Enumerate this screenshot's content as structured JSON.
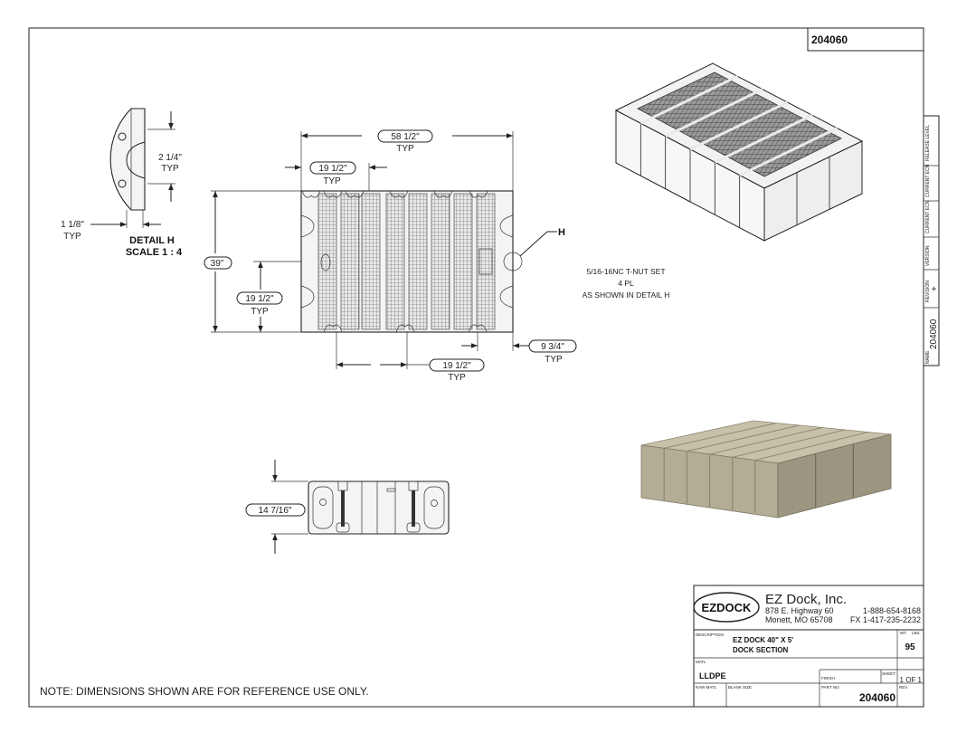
{
  "drawing_number": "204060",
  "note": "NOTE: DIMENSIONS SHOWN ARE FOR REFERENCE USE ONLY.",
  "detail": {
    "title": "DETAIL H",
    "scale": "SCALE 1 : 4",
    "dim_height": "2 1/4\"",
    "dim_height_sub": "TYP",
    "dim_width": "1 1/8\"",
    "dim_width_sub": "TYP"
  },
  "top_view": {
    "overall_width": "58 1/2\"",
    "overall_width_sub": "TYP",
    "top_spacing": "19 1/2\"",
    "top_spacing_sub": "TYP",
    "height": "39\"",
    "left_spacing": "19 1/2\"",
    "left_spacing_sub": "TYP",
    "bottom_spacing": "19 1/2\"",
    "bottom_spacing_sub": "TYP",
    "bottom_offset": "9 3/4\"",
    "bottom_offset_sub": "TYP",
    "detail_callout": "H"
  },
  "tnut_note": {
    "line1": "5/16-16NC T-NUT SET",
    "line2": "4 PL",
    "line3": "AS SHOWN IN DETAIL H"
  },
  "side_view": {
    "height": "14 7/16\""
  },
  "title_block": {
    "logo_text": "EZDOCK",
    "company": "EZ Dock, Inc.",
    "address1": "878 E. Highway 60",
    "address2": "Monett, MO 65708",
    "phone": "1-888-654-8168",
    "fax": "FX  1-417-235-2232",
    "description_label": "DESCRIPTION",
    "description1": "EZ DOCK 40\" X 5'",
    "description2": "DOCK SECTION",
    "wt_label": "WT",
    "lbs_label": "LBS.",
    "weight": "95",
    "matl_label": "MATL",
    "material": "LLDPE",
    "finish_label": "FINISH",
    "sheet_label": "SHEET",
    "sheet": "1 OF 1",
    "raw_matl_label": "RAW MATL",
    "blank_size_label": "BLANK SIZE",
    "part_no_label": "PART NO.",
    "part_no": "204060",
    "rev_label": "REV."
  },
  "revision_block": {
    "release_level": "RELEASE LEVEL",
    "current_ecn1": "CURRENT ECN",
    "current_ecn2": "CURRENT ECN",
    "version": "VERSION",
    "revision": "REVISION",
    "revision_value": "+",
    "name": "NAME",
    "name_value": "204060"
  }
}
